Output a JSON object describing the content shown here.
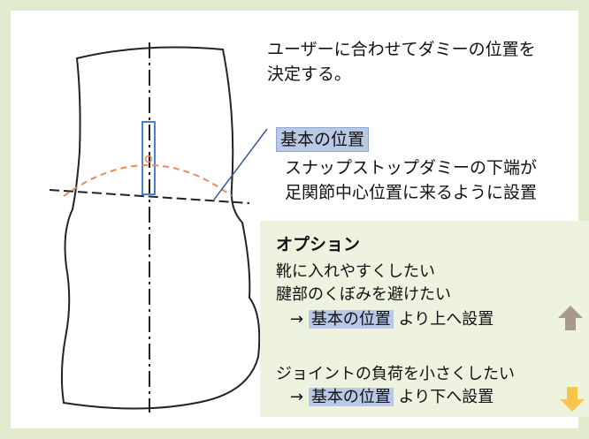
{
  "intro": {
    "line1": "ユーザーに合わせてダミーの位置を",
    "line2": "決定する。"
  },
  "basic": {
    "label": "基本の位置",
    "desc_line1": "スナップストップダミーの下端が",
    "desc_line2": "足関節中心位置に来るように設置"
  },
  "options": {
    "title": "オプション",
    "line1": "靴に入れやすくしたい",
    "line2": "腱部のくぼみを避けたい",
    "up_prefix": "→",
    "up_highlight": "基本の位置",
    "up_suffix": "より上へ設置",
    "line3": "ジョイントの負荷を小さくしたい",
    "down_prefix": "→",
    "down_highlight": "基本の位置",
    "down_suffix": "より下へ設置"
  },
  "colors": {
    "background": "#e3ebcf",
    "highlight": "#b9c8e4",
    "options_panel": "#eef3e0",
    "dummy_outline": "#4a7fcf",
    "curve": "#e88a5a",
    "arrow_up": "#a89a8a",
    "arrow_down": "#f5c64a"
  },
  "icons": {
    "up": "up-arrow-icon",
    "down": "down-arrow-icon"
  }
}
